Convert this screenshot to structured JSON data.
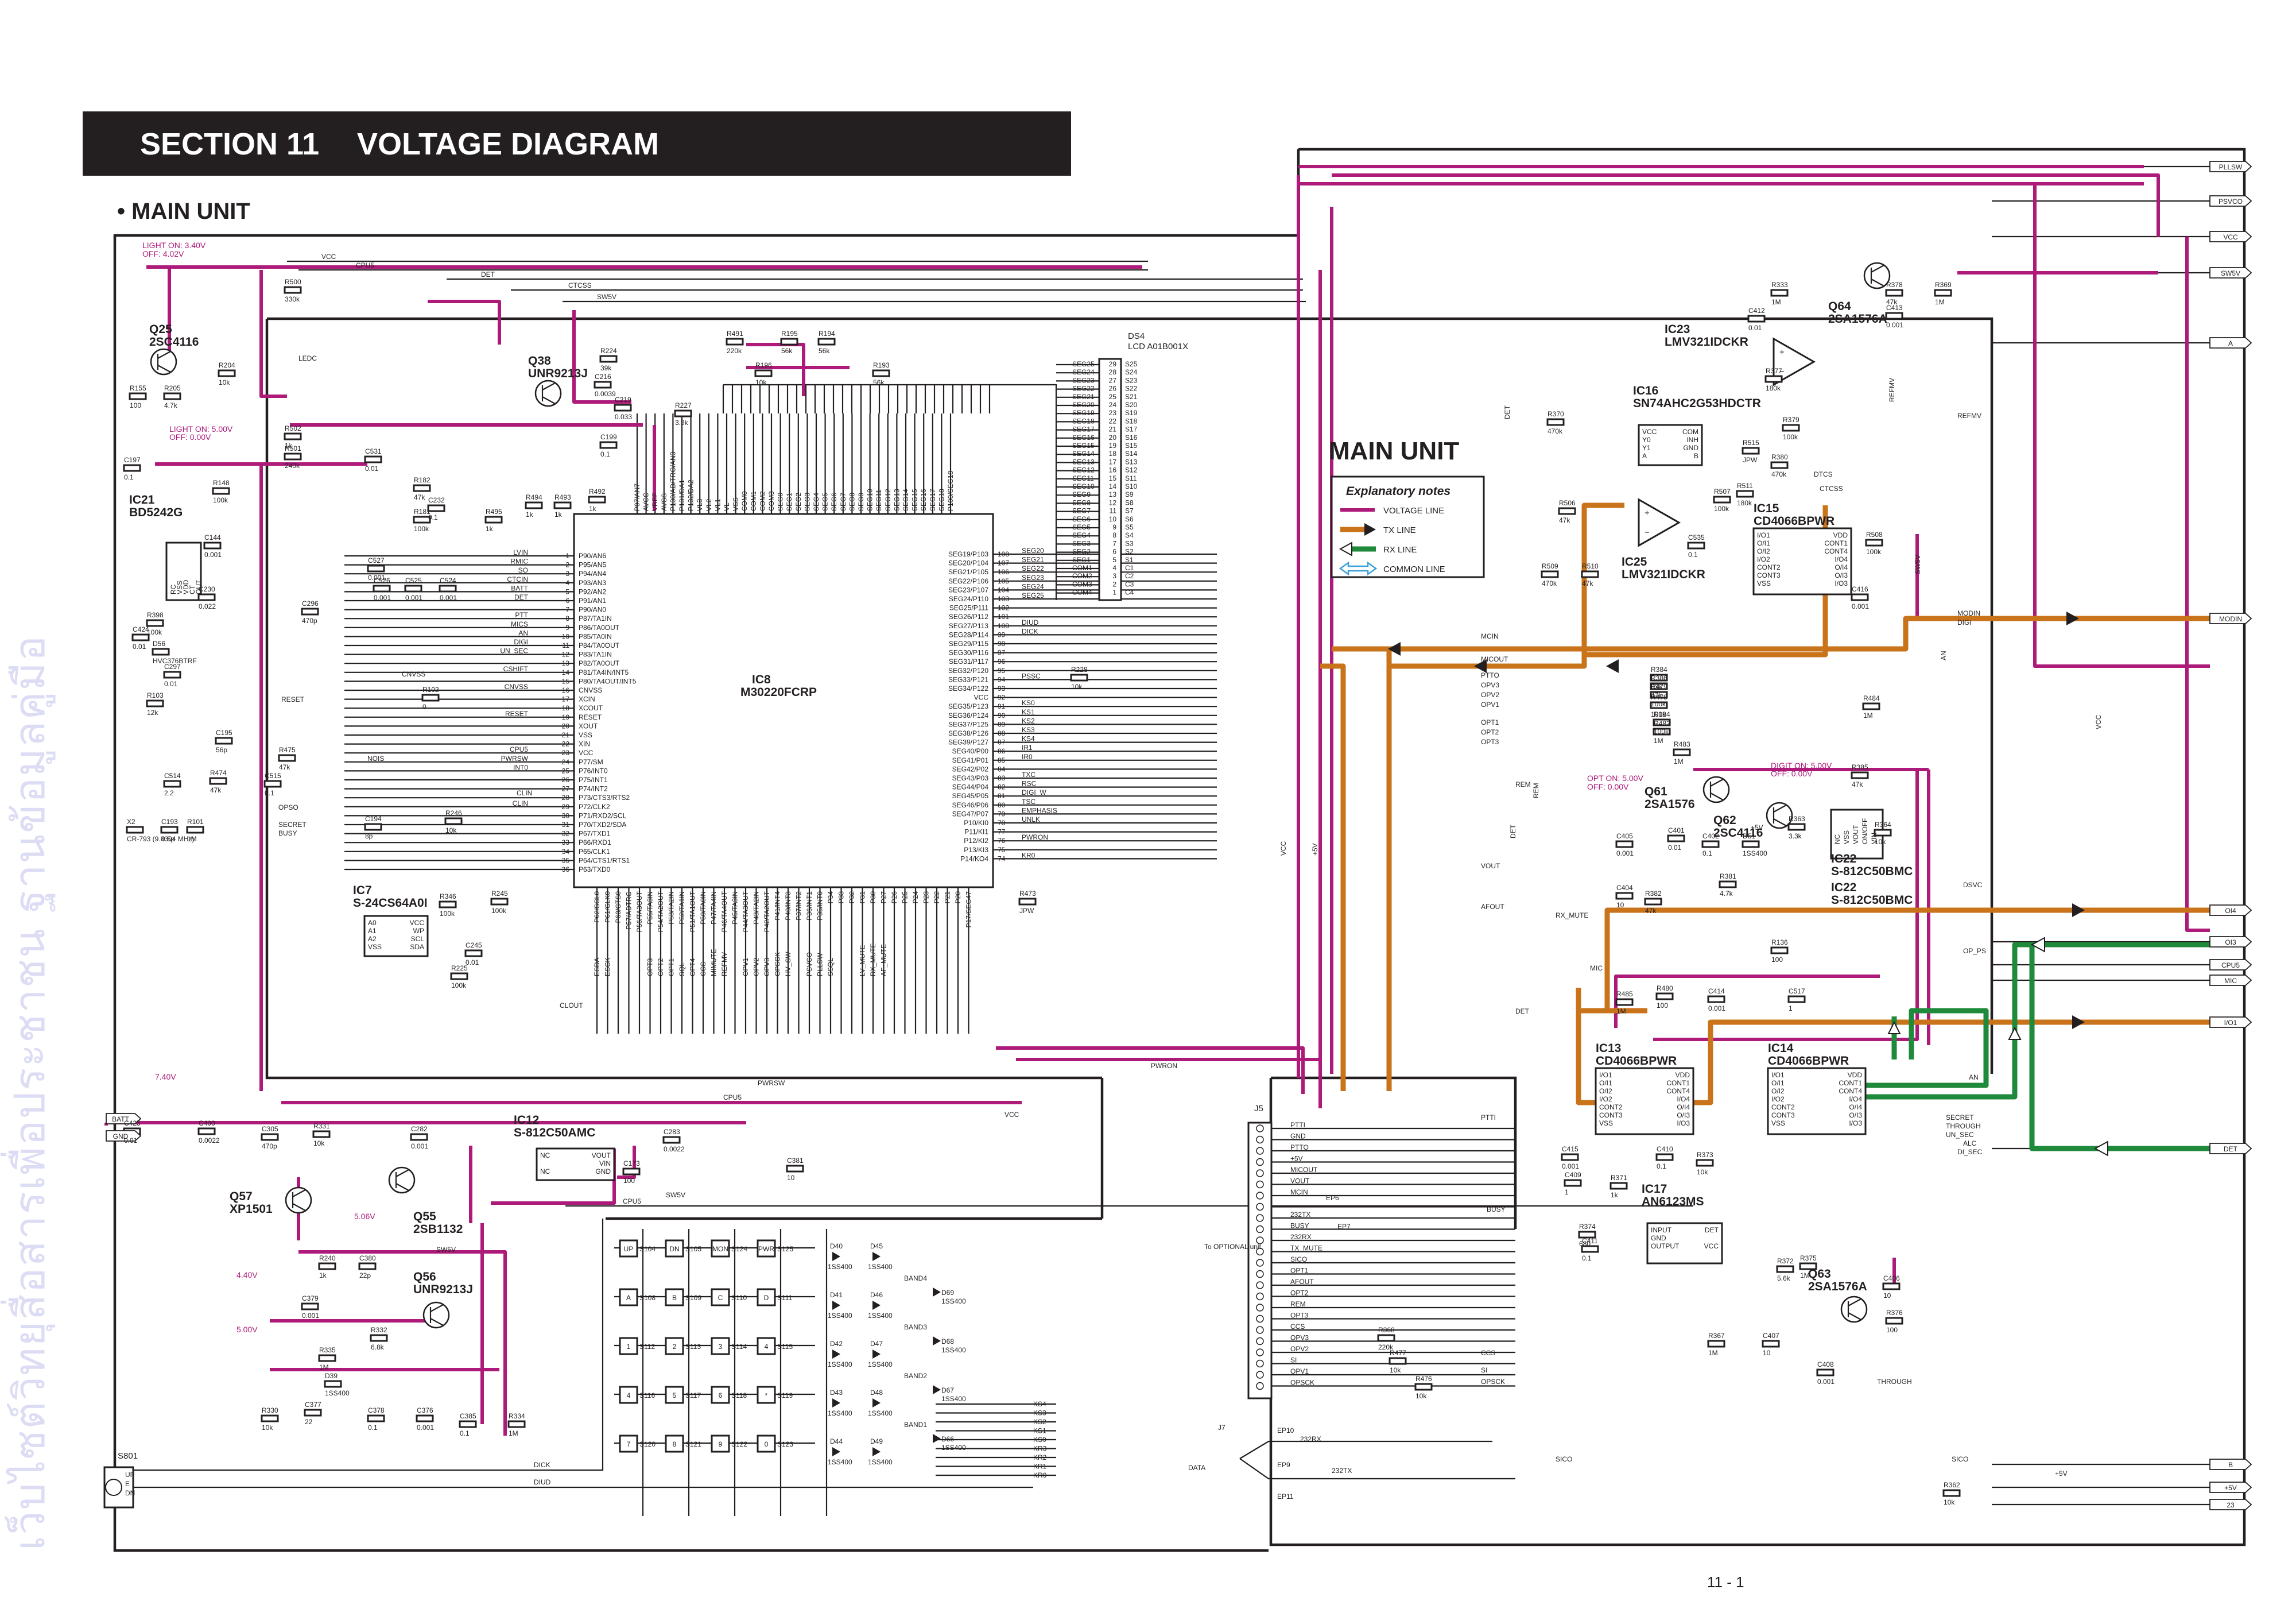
{
  "header": {
    "section": "SECTION 11",
    "title": "VOLTAGE DIAGRAM"
  },
  "subtitle": "• MAIN UNIT",
  "page_number": "11 - 1",
  "watermark": "เว็บไซต์วิทยุสื่อสารเพื่อประชาชน ฐานข้อมูลคู่มือ",
  "colors": {
    "voltage_line": "#ad1a79",
    "tx_line": "#c9731a",
    "rx_line": "#1f8a3c",
    "common_line": "#3aa0d8",
    "ink": "#231f20"
  },
  "unit_title": "MAIN UNIT",
  "legend": {
    "title": "Explanatory notes",
    "items": [
      {
        "label": "VOLTAGE LINE",
        "icon": "voltage-line-icon"
      },
      {
        "label": "TX LINE",
        "icon": "tx-arrow-icon"
      },
      {
        "label": "RX LINE",
        "icon": "rx-arrow-icon"
      },
      {
        "label": "COMMON LINE",
        "icon": "common-line-icon"
      }
    ]
  },
  "notes": {
    "light_on_340": "LIGHT ON: 3.40V",
    "off_402": "OFF: 4.02V",
    "light_on_500": "LIGHT ON: 5.00V",
    "off_000": "OFF: 0.00V",
    "opt_on_500": "OPT ON: 5.00V",
    "opt_off_000": "OFF: 0.00V",
    "digit_on_500": "DIGIT ON: 5.00V",
    "digit_off_000": "OFF: 0.00V",
    "v740": "7.40V",
    "v506": "5.06V",
    "v440": "4.40V",
    "v500": "5.00V"
  },
  "components": {
    "ic8": {
      "ref": "IC8",
      "part": "M30220FCRP"
    },
    "ds4": {
      "ref": "DS4",
      "part": "LCD A01B001X"
    },
    "ic7": {
      "ref": "IC7",
      "part": "S-24CS64A0I"
    },
    "ic21": {
      "ref": "IC21",
      "part": "BD5242G"
    },
    "q25": {
      "ref": "Q25",
      "part": "2SC4116"
    },
    "q38": {
      "ref": "Q38",
      "part": "UNR9213J"
    },
    "ic12": {
      "ref": "IC12",
      "part": "S-812C50AMC"
    },
    "q57": {
      "ref": "Q57",
      "part": "XP1501"
    },
    "q55": {
      "ref": "Q55",
      "part": "2SB1132"
    },
    "q56": {
      "ref": "Q56",
      "part": "UNR9213J"
    },
    "ic23": {
      "ref": "IC23",
      "part": "LMV321IDCKR"
    },
    "q64": {
      "ref": "Q64",
      "part": "2SA1576A"
    },
    "ic16": {
      "ref": "IC16",
      "part": "SN74AHC2G53HDCTR"
    },
    "ic25": {
      "ref": "IC25",
      "part": "LMV321IDCKR"
    },
    "ic15": {
      "ref": "IC15",
      "part": "CD4066BPWR"
    },
    "q61": {
      "ref": "Q61",
      "part": "2SA1576"
    },
    "q62": {
      "ref": "Q62",
      "part": "2SC4116"
    },
    "ic22": {
      "ref": "IC22",
      "part": "S-812C50BMC"
    },
    "ic13": {
      "ref": "IC13",
      "part": "CD4066BPWR"
    },
    "ic14": {
      "ref": "IC14",
      "part": "CD4066BPWR"
    },
    "ic17": {
      "ref": "IC17",
      "part": "AN6123MS"
    },
    "q63": {
      "ref": "Q63",
      "part": "2SA1576A"
    }
  },
  "ic8_left_pins": [
    "P90/AN6",
    "P95/AN5",
    "P94/AN4",
    "P93/AN3",
    "P92/AN2",
    "P91/AN1",
    "P90/AN0",
    "P87/TA1IN",
    "P86/TA0OUT",
    "P85/TA0IN",
    "P84/TA0OUT",
    "P83/TA1IN",
    "P82/TA0OUT",
    "P81/TA4IN/INT5",
    "P80/TA4OUT/INT5",
    "CNVSS",
    "XCIN",
    "XCOUT",
    "RESET",
    "XOUT",
    "VSS",
    "XIN",
    "VCC",
    "P77/SM",
    "P76/INT0",
    "P75/INT1",
    "P74/INT2",
    "P73/CTS3/RTS2",
    "P72/CLK2",
    "P71/RXD2/SCL",
    "P70/TXD2/SDA",
    "P67/TXD1",
    "P66/RXD1",
    "P65/CLK1",
    "P64/CTS1/RTS1",
    "P63/TXD0"
  ],
  "ic8_left_signals": [
    "LVIN",
    "RMIC",
    "SO",
    "CTCIN",
    "BATT",
    "DET",
    "",
    "PTT",
    "MICS",
    "AN",
    "DIGI",
    "UN_SEC",
    "",
    "CSHIFT",
    "",
    "CNVSS",
    "",
    "",
    "RESET",
    "",
    "",
    "",
    "CPU5",
    "PWRSW",
    "INT0",
    "",
    "",
    "",
    "CLIN",
    "",
    "",
    "",
    "",
    "",
    ""
  ],
  "ic8_right_pins": [
    "SEG19/P103",
    "SEG20/P104",
    "SEG21/P105",
    "SEG22/P106",
    "SEG23/P107",
    "SEG24/P110",
    "SEG25/P111",
    "SEG26/P112",
    "SEG27/P113",
    "SEG28/P114",
    "SEG29/P115",
    "SEG30/P116",
    "SEG31/P117",
    "SEG32/P120",
    "SEG33/P121",
    "SEG34/P122",
    "VCC",
    "SEG35/P123",
    "SEG36/P124",
    "SEG37/P125",
    "SEG38/P126",
    "SEG39/P127",
    "SEG40/P00",
    "SEG41/P01",
    "SEG42/P02",
    "SEG43/P03",
    "SEG44/P04",
    "SEG45/P05",
    "SEG46/P06",
    "SEG47/P07",
    "P10/KI0",
    "P11/KI1",
    "P12/KI2",
    "P13/KI3",
    "P14/KO4"
  ],
  "ic8_right_signals": [
    "SEG20",
    "SEG21",
    "SEG22",
    "SEG23",
    "SEG24",
    "SEG25",
    "",
    "",
    "DIUD",
    "DICK",
    "",
    "",
    "",
    "",
    "PSSC",
    "",
    "",
    "KS0",
    "KS1",
    "KS2",
    "KS3",
    "KS4",
    "IR1",
    "IR0",
    "",
    "TXC",
    "RSC",
    "DIGI_W",
    "TSC",
    "EMPHASIS",
    "UNLK",
    "",
    "PWRON",
    "",
    "KR0"
  ],
  "ic8_top_pins": [
    "P97/AN7",
    "AVCC",
    "VREF",
    "AVSS",
    "P130/AD/TRG/AN3",
    "P131/DA1",
    "P132/DA2",
    "VL3",
    "VL2",
    "VL1",
    "VL",
    "VSS",
    "COM0",
    "COM1",
    "COM2",
    "COM3",
    "SEG0",
    "SEG1",
    "SEG2",
    "SEG3",
    "SEG4",
    "SEG5",
    "SEG6",
    "SEG7",
    "SEG8",
    "SEG9",
    "SEG10",
    "SEG11",
    "SEG12",
    "SEG13",
    "SEG14",
    "SEG15",
    "SEG16",
    "SEG17",
    "SEG18",
    "P100/SEG18"
  ],
  "ic8_bottom_pins": [
    "P62/SCL0",
    "P61/CLK0",
    "P60/CTS0",
    "P57/ADTRG",
    "P56/TA3OUT",
    "P55/TA3IN",
    "P54/TA2OUT",
    "P53/TA2IN",
    "P52/TA1IN",
    "P51/TA1OUT",
    "P50/TA0IN",
    "P47/TA4IN",
    "P46/TA4OUT",
    "P45/TA3IN",
    "P44/TA3OUT",
    "P43/TA2IN",
    "P42/TA2OUT",
    "P41/INT4",
    "P40/INT3",
    "P37/INT2",
    "P36/INT1",
    "P35/INT0",
    "P34",
    "P33",
    "P32",
    "P31",
    "P30",
    "P27",
    "P26",
    "P25",
    "P24",
    "P23",
    "P22",
    "P21",
    "P20",
    "P17/SEG47"
  ],
  "ic8_bottom_signals": [
    "ESDA",
    "ESCK",
    "",
    "",
    "",
    "OPT3",
    "OPT2",
    "OPT1",
    "SQL",
    "OPT4",
    "CCS",
    "MIMUTE",
    "REFMV",
    "",
    "OPV1",
    "OPV2",
    "OPV3",
    "OPSCK",
    "HV_SW",
    "",
    "PSVCO",
    "PLLSW",
    "SSQL",
    "",
    "",
    "LV_MUTE",
    "RX_MUTE",
    "AF_MUTE",
    "",
    "",
    "",
    "",
    "",
    "",
    "",
    ""
  ],
  "ds4_pins": [
    [
      "SEG25",
      "29",
      "S25"
    ],
    [
      "SEG24",
      "28",
      "S24"
    ],
    [
      "SEG23",
      "27",
      "S23"
    ],
    [
      "SEG22",
      "26",
      "S22"
    ],
    [
      "SEG21",
      "25",
      "S21"
    ],
    [
      "SEG20",
      "24",
      "S20"
    ],
    [
      "SEG19",
      "23",
      "S19"
    ],
    [
      "SEG18",
      "22",
      "S18"
    ],
    [
      "SEG17",
      "21",
      "S17"
    ],
    [
      "SEG16",
      "20",
      "S16"
    ],
    [
      "SEG15",
      "19",
      "S15"
    ],
    [
      "SEG14",
      "18",
      "S14"
    ],
    [
      "SEG13",
      "17",
      "S13"
    ],
    [
      "SEG12",
      "16",
      "S12"
    ],
    [
      "SEG11",
      "15",
      "S11"
    ],
    [
      "SEG10",
      "14",
      "S10"
    ],
    [
      "SEG9",
      "13",
      "S9"
    ],
    [
      "SEG8",
      "12",
      "S8"
    ],
    [
      "SEG7",
      "11",
      "S7"
    ],
    [
      "SEG6",
      "10",
      "S6"
    ],
    [
      "SEG5",
      "9",
      "S5"
    ],
    [
      "SEG4",
      "8",
      "S4"
    ],
    [
      "SEG3",
      "7",
      "S3"
    ],
    [
      "SEG2",
      "6",
      "S2"
    ],
    [
      "SEG1",
      "5",
      "S1"
    ],
    [
      "COM1",
      "4",
      "C1"
    ],
    [
      "COM2",
      "3",
      "C2"
    ],
    [
      "COM3",
      "2",
      "C3"
    ],
    [
      "COM4",
      "1",
      "C4"
    ]
  ],
  "right_connectors": [
    "PLLSW",
    "PSVCO",
    "VCC",
    "SW5V",
    "A",
    "MODIN",
    "OI4",
    "OI3",
    "CPU5",
    "MIC",
    "I/O1",
    "DET",
    "B",
    "+5V",
    "23"
  ],
  "left_connectors": [
    "BATT",
    "GND"
  ],
  "rails": [
    "VCC",
    "CPU5",
    "DET",
    "CTCSS",
    "SW5V",
    "CPU5"
  ],
  "parts": [
    {
      "ref": "R500",
      "val": "330k"
    },
    {
      "ref": "R502",
      "val": "1k"
    },
    {
      "ref": "R501",
      "val": "240k"
    },
    {
      "ref": "C531",
      "val": "0.01"
    },
    {
      "ref": "R204",
      "val": "10k"
    },
    {
      "ref": "R205",
      "val": "4.7k"
    },
    {
      "ref": "R155",
      "val": "100"
    },
    {
      "ref": "C197",
      "val": "0.1"
    },
    {
      "ref": "R148",
      "val": "100k"
    },
    {
      "ref": "C144",
      "val": "0.001"
    },
    {
      "ref": "C230",
      "val": "0.022"
    },
    {
      "ref": "R182",
      "val": "47k"
    },
    {
      "ref": "R181",
      "val": "100k"
    },
    {
      "ref": "C232",
      "val": "0.1"
    },
    {
      "ref": "R491",
      "val": "220k"
    },
    {
      "ref": "R195",
      "val": "56k"
    },
    {
      "ref": "R194",
      "val": "56k"
    },
    {
      "ref": "R196",
      "val": "10k"
    },
    {
      "ref": "R193",
      "val": "56k"
    },
    {
      "ref": "R224",
      "val": "39k"
    },
    {
      "ref": "C216",
      "val": "0.0039"
    },
    {
      "ref": "C219",
      "val": "0.033"
    },
    {
      "ref": "R227",
      "val": "3.9k"
    },
    {
      "ref": "C199",
      "val": "0.1"
    },
    {
      "ref": "R494",
      "val": "1k"
    },
    {
      "ref": "R493",
      "val": "1k"
    },
    {
      "ref": "R492",
      "val": "1k"
    },
    {
      "ref": "R495",
      "val": "1k"
    },
    {
      "ref": "C527",
      "val": "0.001"
    },
    {
      "ref": "C526",
      "val": "0.001"
    },
    {
      "ref": "C525",
      "val": "0.001"
    },
    {
      "ref": "C524",
      "val": "0.001"
    },
    {
      "ref": "C296",
      "val": "470p"
    },
    {
      "ref": "R398",
      "val": "100k"
    },
    {
      "ref": "C424",
      "val": "0.01"
    },
    {
      "ref": "D56",
      "val": "HVC376BTRF"
    },
    {
      "ref": "C297",
      "val": "0.01"
    },
    {
      "ref": "R103",
      "val": "12k"
    },
    {
      "ref": "C195",
      "val": "56p"
    },
    {
      "ref": "R102",
      "val": "0"
    },
    {
      "ref": "R475",
      "val": "47k"
    },
    {
      "ref": "R474",
      "val": "47k"
    },
    {
      "ref": "C515",
      "val": "0.1"
    },
    {
      "ref": "C514",
      "val": "2.2"
    },
    {
      "ref": "X2",
      "val": "CR-793 (9.8304 MHz)"
    },
    {
      "ref": "C193",
      "val": "0.5p"
    },
    {
      "ref": "R101",
      "val": "1M"
    },
    {
      "ref": "C194",
      "val": "8p"
    },
    {
      "ref": "R246",
      "val": "10k"
    },
    {
      "ref": "R245",
      "val": "100k"
    },
    {
      "ref": "R346",
      "val": "100k"
    },
    {
      "ref": "C245",
      "val": "0.01"
    },
    {
      "ref": "R225",
      "val": "100k"
    },
    {
      "ref": "R228",
      "val": "10k"
    },
    {
      "ref": "R473",
      "val": "JPW"
    },
    {
      "ref": "C425",
      "val": "0.01"
    },
    {
      "ref": "C400",
      "val": "0.0022"
    },
    {
      "ref": "C305",
      "val": "470p"
    },
    {
      "ref": "R331",
      "val": "10k"
    },
    {
      "ref": "C282",
      "val": "0.001"
    },
    {
      "ref": "C283",
      "val": "0.0022"
    },
    {
      "ref": "C173",
      "val": "100"
    },
    {
      "ref": "C381",
      "val": "10"
    },
    {
      "ref": "R240",
      "val": "1k"
    },
    {
      "ref": "C380",
      "val": "22p"
    },
    {
      "ref": "C379",
      "val": "0.001"
    },
    {
      "ref": "R332",
      "val": "6.8k"
    },
    {
      "ref": "R335",
      "val": "1M"
    },
    {
      "ref": "D39",
      "val": "1SS400"
    },
    {
      "ref": "R330",
      "val": "10k"
    },
    {
      "ref": "C377",
      "val": "22"
    },
    {
      "ref": "C378",
      "val": "0.1"
    },
    {
      "ref": "C376",
      "val": "0.001"
    },
    {
      "ref": "C385",
      "val": "0.1"
    },
    {
      "ref": "R334",
      "val": "1M"
    },
    {
      "ref": "R333",
      "val": "1M"
    },
    {
      "ref": "C412",
      "val": "0.01"
    },
    {
      "ref": "R377",
      "val": "180k"
    },
    {
      "ref": "R378",
      "val": "47k"
    },
    {
      "ref": "R369",
      "val": "1M"
    },
    {
      "ref": "C413",
      "val": "0.001"
    },
    {
      "ref": "R370",
      "val": "470k"
    },
    {
      "ref": "R515",
      "val": "JPW"
    },
    {
      "ref": "R379",
      "val": "100k"
    },
    {
      "ref": "R380",
      "val": "470k"
    },
    {
      "ref": "R506",
      "val": "47k"
    },
    {
      "ref": "R511",
      "val": "180k"
    },
    {
      "ref": "R507",
      "val": "100k"
    },
    {
      "ref": "C535",
      "val": "0.1"
    },
    {
      "ref": "R509",
      "val": "470k"
    },
    {
      "ref": "R510",
      "val": "47k"
    },
    {
      "ref": "R508",
      "val": "100k"
    },
    {
      "ref": "C416",
      "val": "0.001"
    },
    {
      "ref": "R384",
      "val": "33k"
    },
    {
      "ref": "R386",
      "val": "47k"
    },
    {
      "ref": "R479",
      "val": "100k"
    },
    {
      "ref": "R478",
      "val": "100k"
    },
    {
      "ref": "R184",
      "val": "100k"
    },
    {
      "ref": "R482",
      "val": "1M"
    },
    {
      "ref": "R483",
      "val": "1M"
    },
    {
      "ref": "R484",
      "val": "1M"
    },
    {
      "ref": "R385",
      "val": "47k"
    },
    {
      "ref": "C405",
      "val": "0.001"
    },
    {
      "ref": "C401",
      "val": "0.01"
    },
    {
      "ref": "C402",
      "val": "0.1"
    },
    {
      "ref": "D51",
      "val": "1SS400"
    },
    {
      "ref": "R363",
      "val": "3.3k"
    },
    {
      "ref": "R364",
      "val": "10k"
    },
    {
      "ref": "R381",
      "val": "4.7k"
    },
    {
      "ref": "C404",
      "val": "10"
    },
    {
      "ref": "R382",
      "val": "47k"
    },
    {
      "ref": "R136",
      "val": "100"
    },
    {
      "ref": "R485",
      "val": "1M"
    },
    {
      "ref": "R480",
      "val": "100"
    },
    {
      "ref": "C414",
      "val": "0.001"
    },
    {
      "ref": "C517",
      "val": "1"
    },
    {
      "ref": "C415",
      "val": "0.001"
    },
    {
      "ref": "C409",
      "val": "1"
    },
    {
      "ref": "R371",
      "val": "1k"
    },
    {
      "ref": "C410",
      "val": "0.1"
    },
    {
      "ref": "R373",
      "val": "10k"
    },
    {
      "ref": "R374",
      "val": "680"
    },
    {
      "ref": "C411",
      "val": "0.1"
    },
    {
      "ref": "R372",
      "val": "5.6k"
    },
    {
      "ref": "R375",
      "val": "1M"
    },
    {
      "ref": "C406",
      "val": "10"
    },
    {
      "ref": "R376",
      "val": "100"
    },
    {
      "ref": "R367",
      "val": "1M"
    },
    {
      "ref": "C407",
      "val": "10"
    },
    {
      "ref": "C408",
      "val": "0.001"
    },
    {
      "ref": "R368",
      "val": "220k"
    },
    {
      "ref": "R477",
      "val": "10k"
    },
    {
      "ref": "R476",
      "val": "10k"
    },
    {
      "ref": "R362",
      "val": "10k"
    }
  ],
  "keys": [
    {
      "id": "S104",
      "label": "UP"
    },
    {
      "id": "S105",
      "label": "DN"
    },
    {
      "id": "S124",
      "label": "MON"
    },
    {
      "id": "S125",
      "label": "PWR"
    },
    {
      "id": "S108",
      "label": "A"
    },
    {
      "id": "S109",
      "label": "B"
    },
    {
      "id": "S110",
      "label": "C"
    },
    {
      "id": "S111",
      "label": "D"
    },
    {
      "id": "S112",
      "label": "1"
    },
    {
      "id": "S113",
      "label": "2"
    },
    {
      "id": "S114",
      "label": "3"
    },
    {
      "id": "S115",
      "label": "4"
    },
    {
      "id": "S116",
      "label": "4"
    },
    {
      "id": "S117",
      "label": "5"
    },
    {
      "id": "S118",
      "label": "6"
    },
    {
      "id": "S119",
      "label": "*"
    },
    {
      "id": "S120",
      "label": "7"
    },
    {
      "id": "S121",
      "label": "8"
    },
    {
      "id": "S122",
      "label": "9"
    },
    {
      "id": "S123",
      "label": "0"
    }
  ],
  "key_diodes": [
    "D40",
    "D45",
    "D41",
    "D46",
    "D42",
    "D47",
    "D43",
    "D48",
    "D44",
    "D49"
  ],
  "key_diode_part": "1SS400",
  "key_band_diodes": [
    {
      "band": "BAND4",
      "ref": "D69"
    },
    {
      "band": "BAND3",
      "ref": "D68"
    },
    {
      "band": "BAND2",
      "ref": "D67"
    },
    {
      "band": "BAND1",
      "ref": "D66"
    }
  ],
  "key_lines": [
    "KS4",
    "KS3",
    "KS2",
    "KS1",
    "KS0",
    "KR3",
    "KR2",
    "KR1",
    "KR0"
  ],
  "j5_pins": [
    "PTTI",
    "GND",
    "PTTO",
    "+5V",
    "MICOUT",
    "VOUT",
    "MCIN",
    "",
    "232TX",
    "BUSY",
    "232RX",
    "TX_MUTE",
    "SICO",
    "OPT1",
    "AFOUT",
    "OPT2",
    "REM",
    "OPT3",
    "CCS",
    "OPV3",
    "OPV2",
    "SI",
    "OPV1",
    "OPSCK"
  ],
  "j5_label": "J5",
  "optional_unit": "To OPTIONAL unit",
  "ep_labels": [
    "EP6",
    "EP7",
    "EP10",
    "EP9",
    "EP11"
  ],
  "j7": {
    "ref": "J7",
    "data": "DATA",
    "rx": "232RX",
    "tx": "232TX"
  },
  "s801": {
    "ref": "S801",
    "pins": [
      "UP",
      "E",
      "DN"
    ]
  },
  "net_labels": {
    "mcin": "MCIN",
    "micout": "MICOUT",
    "ptto": "PTTO",
    "opv3": "OPV3",
    "opv2": "OPV2",
    "opv1": "OPV1",
    "opt1": "OPT1",
    "opt2": "OPT2",
    "opt3": "OPT3",
    "vout": "VOUT",
    "afout": "AFOUT",
    "rx_mute": "RX_MUTE",
    "mic": "MIC",
    "det": "DET",
    "dtcs": "DTCS",
    "ctcss": "CTCSS",
    "refmv": "REFMV",
    "modin": "MODIN",
    "digi": "DIGI",
    "dsvc": "DSVC",
    "op_ps": "OP_PS",
    "an": "AN",
    "secret": "SECRET",
    "through": "THROUGH",
    "un_sec": "UN_SEC",
    "alc": "ALC",
    "di_sec": "DI_SEC",
    "sico": "SICO",
    "pwron": "PWRON",
    "pwrsw": "PWRSW",
    "sw5v": "SW5V",
    "vcc": "VCC",
    "cpu5": "CPU5",
    "plus5v": "+5V",
    "busy": "BUSY",
    "ptti": "PTTI",
    "opsck": "OPSCK",
    "ccs": "CCS",
    "si": "SI",
    "rem": "REM",
    "clout": "CLOUT",
    "dick": "DICK",
    "diud": "DIUD",
    "ledc": "LEDC",
    "noise": "NOIS",
    "opso": "OPSO",
    "secret_l": "SECRET",
    "busy_l": "BUSY",
    "reset": "RESET",
    "clin": "CLIN",
    "cnvss": "CNVSS"
  }
}
